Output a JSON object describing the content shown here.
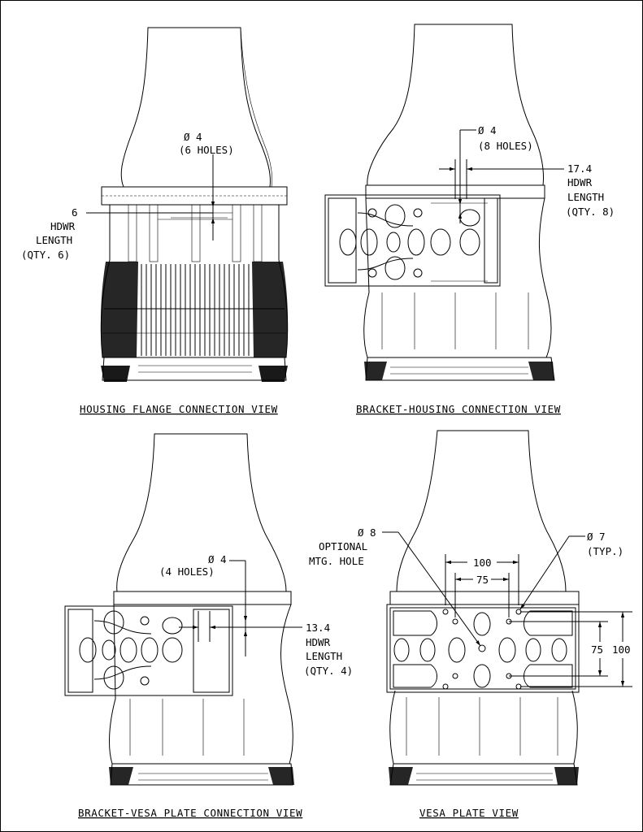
{
  "views": {
    "housing_flange": {
      "title": "HOUSING FLANGE CONNECTION VIEW",
      "hole_dia": "Ø 4",
      "hole_count": "(6 HOLES)",
      "hdwr_value": "6",
      "hdwr_line1": "HDWR",
      "hdwr_line2": "LENGTH",
      "hdwr_qty": "(QTY. 6)"
    },
    "bracket_housing": {
      "title": "BRACKET-HOUSING CONNECTION VIEW",
      "hole_dia": "Ø 4",
      "hole_count": "(8 HOLES)",
      "hdwr_value": "17.4",
      "hdwr_line1": "HDWR",
      "hdwr_line2": "LENGTH",
      "hdwr_qty": "(QTY. 8)"
    },
    "bracket_vesa": {
      "title": "BRACKET-VESA PLATE CONNECTION VIEW",
      "hole_dia": "Ø 4",
      "hole_count": "(4 HOLES)",
      "hdwr_value": "13.4",
      "hdwr_line1": "HDWR",
      "hdwr_line2": "LENGTH",
      "hdwr_qty": "(QTY. 4)"
    },
    "vesa_plate": {
      "title": "VESA PLATE VIEW",
      "opt_dia": "Ø 8",
      "opt_line1": "OPTIONAL",
      "opt_line2": "MTG. HOLE",
      "typ_dia": "Ø 7",
      "typ_note": "(TYP.)",
      "dim_h_100": "100",
      "dim_h_75": "75",
      "dim_v_75": "75",
      "dim_v_100": "100"
    }
  }
}
